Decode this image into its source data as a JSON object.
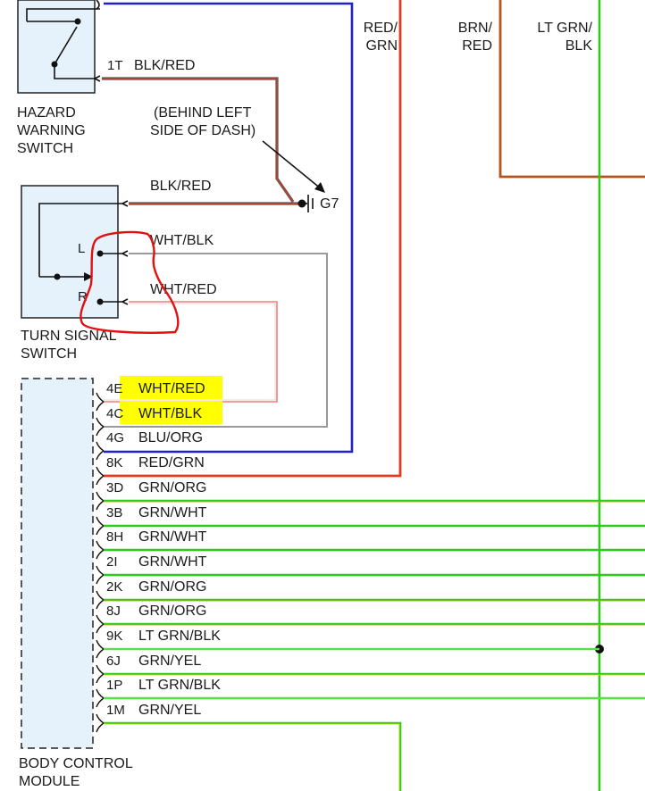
{
  "components": {
    "hazard_switch": {
      "label_lines": [
        "HAZARD",
        "WARNING",
        "SWITCH"
      ],
      "pin": "1T",
      "wire": "BLK/RED"
    },
    "dash_note": [
      "(BEHIND LEFT",
      "SIDE OF DASH)"
    ],
    "ground": {
      "id": "G7",
      "wire": "BLK/RED"
    },
    "turn_signal_switch": {
      "label_lines": [
        "TURN SIGNAL",
        "SWITCH"
      ],
      "terminals": [
        {
          "pin": "L",
          "wire": "WHT/BLK"
        },
        {
          "pin": "R",
          "wire": "WHT/RED"
        }
      ]
    },
    "bcm": {
      "label_lines": [
        "BODY CONTROL",
        "MODULE"
      ],
      "pins": [
        {
          "pin": "4E",
          "wire": "WHT/RED",
          "highlighted": true
        },
        {
          "pin": "4C",
          "wire": "WHT/BLK",
          "highlighted": true
        },
        {
          "pin": "4G",
          "wire": "BLU/ORG",
          "highlighted": false
        },
        {
          "pin": "8K",
          "wire": "RED/GRN",
          "highlighted": false
        },
        {
          "pin": "3D",
          "wire": "GRN/ORG",
          "highlighted": false
        },
        {
          "pin": "3B",
          "wire": "GRN/WHT",
          "highlighted": false
        },
        {
          "pin": "8H",
          "wire": "GRN/WHT",
          "highlighted": false
        },
        {
          "pin": "2I",
          "wire": "GRN/WHT",
          "highlighted": false
        },
        {
          "pin": "2K",
          "wire": "GRN/ORG",
          "highlighted": false
        },
        {
          "pin": "8J",
          "wire": "GRN/ORG",
          "highlighted": false
        },
        {
          "pin": "9K",
          "wire": "LT GRN/BLK",
          "highlighted": false
        },
        {
          "pin": "6J",
          "wire": "GRN/YEL",
          "highlighted": false
        },
        {
          "pin": "1P",
          "wire": "LT GRN/BLK",
          "highlighted": false
        },
        {
          "pin": "1M",
          "wire": "GRN/YEL",
          "highlighted": false
        }
      ]
    }
  },
  "top_wire_labels": [
    {
      "lines": [
        "RED/",
        "GRN"
      ]
    },
    {
      "lines": [
        "BRN/",
        "RED"
      ]
    },
    {
      "lines": [
        "LT GRN/",
        "BLK"
      ]
    }
  ],
  "colors": {
    "highlight": "#ffff00",
    "annotation": "#e31010",
    "module_fill": "#e6f2fb",
    "blk_red": "#555555",
    "red": "#e03a20",
    "blue": "#2020d0",
    "gray": "#9a9a9a",
    "green": "#2ecc1a",
    "orange": "#e0a020",
    "brown": "#b5541a",
    "yellow": "#d8d800"
  }
}
